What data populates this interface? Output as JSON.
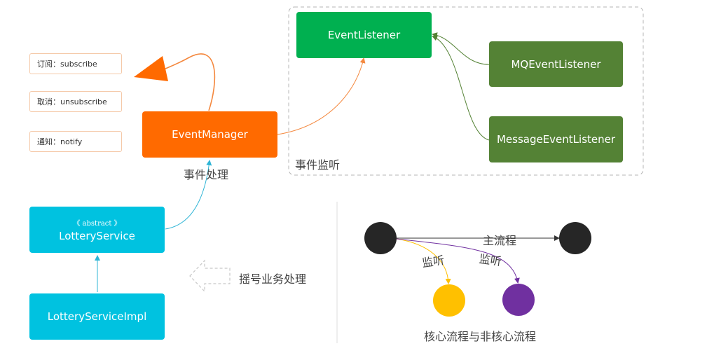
{
  "colors": {
    "orange": "#ff6a00",
    "green": "#00b050",
    "dark_green": "#548235",
    "cyan": "#00c2e0",
    "black": "#262626",
    "yellow": "#ffc000",
    "purple": "#7030a0"
  },
  "notes": {
    "subscribe": "订阅：subscribe",
    "unsubscribe": "取消：unsubscribe",
    "notify": "通知：notify"
  },
  "boxes": {
    "event_manager": "EventManager",
    "event_listener": "EventListener",
    "mq_listener": "MQEventListener",
    "message_listener": "MessageEventListener",
    "lottery_stereotype": "《 abstract 》",
    "lottery_service": "LotteryService",
    "lottery_impl": "LotteryServiceImpl"
  },
  "labels": {
    "event_handling": "事件处理",
    "event_listening": "事件监听",
    "lottery_business": "摇号业务处理",
    "main_flow": "主流程",
    "listen_1": "监听",
    "listen_2": "监听",
    "core_noncore": "核心流程与非核心流程"
  }
}
